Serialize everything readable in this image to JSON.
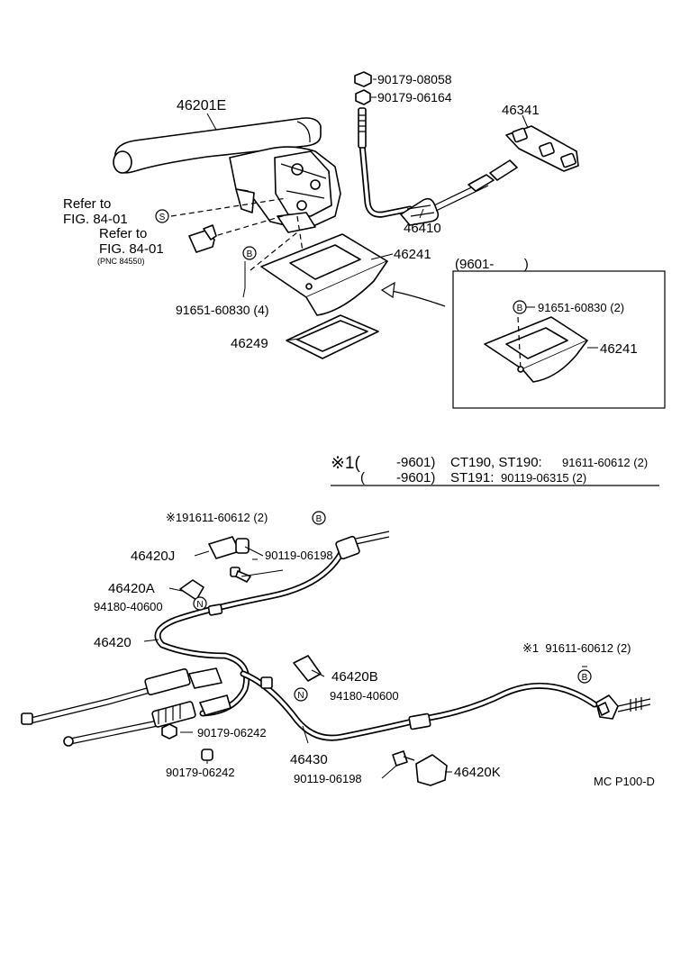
{
  "top_labels": {
    "lever": "46201E",
    "nut1": "90179-08058",
    "nut2": "90179-06164",
    "bracket": "46341",
    "refer1_a": "Refer to",
    "refer1_b": "FIG. 84-01",
    "refer2_a": "Refer to",
    "refer2_b": "FIG. 84-01",
    "pnc": "(PNC 84550)",
    "cable_front": "46410",
    "boot": "46241",
    "bolt": "91651-60830 (4)",
    "gasket": "46249",
    "mark_s": "S",
    "mark_b": "B"
  },
  "inset": {
    "header": "(9601-        )",
    "bolt": "91651-60830 (2)",
    "boot": "46241",
    "mark_b": "B"
  },
  "note": {
    "symbol": "※1(",
    "line1_range": "-9601)",
    "line1_models": "CT190, ST190:",
    "line1_part": "91611-60612 (2)",
    "line2_open": "(",
    "line2_range": "-9601)",
    "line2_models": "ST191:",
    "line2_part": "90119-06315 (2)"
  },
  "bottom_labels": {
    "bolt_top": "※191611-60612 (2)",
    "clamp_j": "46420J",
    "bolt_j": "90119-06198",
    "clamp_a": "46420A",
    "nut_a": "94180-40600",
    "cable_l": "46420",
    "clamp_b": "46420B",
    "nut_b": "94180-40600",
    "bolt_right": "※1  91611-60612 (2)",
    "nut_c": "90179-06242",
    "nut_d": "90179-06242",
    "cable_r": "46430",
    "bolt_k": "90119-06198",
    "clamp_k": "46420K",
    "code": "MC P100-D",
    "mark_b": "B",
    "mark_n": "N"
  }
}
